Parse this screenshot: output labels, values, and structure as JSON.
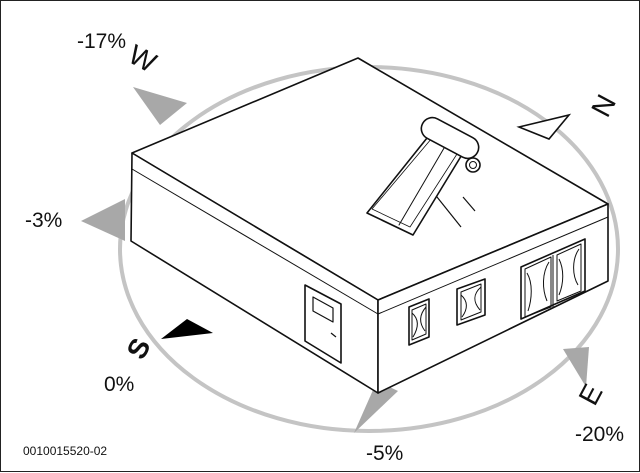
{
  "directions": {
    "north": "N",
    "east": "E",
    "south": "S",
    "west": "W"
  },
  "percentages": {
    "west": "-17%",
    "west_south": "-3%",
    "south": "0%",
    "south_east": "-5%",
    "east": "-20%"
  },
  "figure_code": "0010015520-02",
  "colors": {
    "arrow_gray": "#a8a8a8",
    "ring_gray": "#c4c4c4",
    "south_arrow": "#000000",
    "north_arrow": "#ffffff",
    "line": "#111111"
  }
}
